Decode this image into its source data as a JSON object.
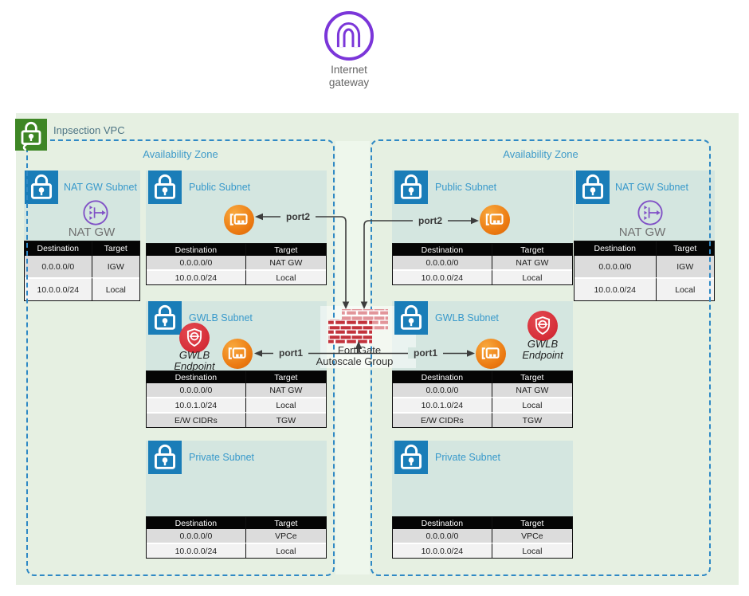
{
  "internet_gateway": {
    "line1": "Internet",
    "line2": "gateway"
  },
  "vpc": {
    "label": "Inpsection VPC"
  },
  "availability_zone_left": {
    "label": "Availability Zone"
  },
  "availability_zone_right": {
    "label": "Availability Zone"
  },
  "firewall": {
    "line1": "FortiGate",
    "line2": "Autoscale Group"
  },
  "port_labels": {
    "port1": "port1",
    "port2": "port2"
  },
  "route_table_headers": {
    "destination": "Destination",
    "target": "Target"
  },
  "shared_labels": {
    "nat_gw": "NAT GW",
    "gwlb_endpoint_line1": "GWLB",
    "gwlb_endpoint_line2": "Endpoint"
  },
  "subnets": {
    "natgw_left": {
      "title": "NAT GW Subnet",
      "routes": [
        {
          "destination": "0.0.0.0/0",
          "target": "IGW"
        },
        {
          "destination": "10.0.0.0/24",
          "target": "Local"
        }
      ]
    },
    "public_left": {
      "title": "Public Subnet",
      "routes": [
        {
          "destination": "0.0.0.0/0",
          "target": "NAT GW"
        },
        {
          "destination": "10.0.0.0/24",
          "target": "Local"
        }
      ]
    },
    "gwlb_left": {
      "title": "GWLB Subnet",
      "routes": [
        {
          "destination": "0.0.0.0/0",
          "target": "NAT GW"
        },
        {
          "destination": "10.0.1.0/24",
          "target": "Local"
        },
        {
          "destination": "E/W CIDRs",
          "target": "TGW"
        }
      ]
    },
    "private_left": {
      "title": "Private Subnet",
      "routes": [
        {
          "destination": "0.0.0.0/0",
          "target": "VPCe"
        },
        {
          "destination": "10.0.0.0/24",
          "target": "Local"
        }
      ]
    },
    "public_right": {
      "title": "Public Subnet",
      "routes": [
        {
          "destination": "0.0.0.0/0",
          "target": "NAT GW"
        },
        {
          "destination": "10.0.0.0/24",
          "target": "Local"
        }
      ]
    },
    "gwlb_right": {
      "title": "GWLB Subnet",
      "routes": [
        {
          "destination": "0.0.0.0/0",
          "target": "NAT GW"
        },
        {
          "destination": "10.0.1.0/24",
          "target": "Local"
        },
        {
          "destination": "E/W CIDRs",
          "target": "TGW"
        }
      ]
    },
    "private_right": {
      "title": "Private Subnet",
      "routes": [
        {
          "destination": "0.0.0.0/0",
          "target": "VPCe"
        },
        {
          "destination": "10.0.0.0/24",
          "target": "Local"
        }
      ]
    },
    "natgw_right": {
      "title": "NAT GW Subnet",
      "routes": [
        {
          "destination": "0.0.0.0/0",
          "target": "IGW"
        },
        {
          "destination": "10.0.0.0/24",
          "target": "Local"
        }
      ]
    }
  },
  "colors": {
    "vpc_fill": "#e6f0e2",
    "subnet_fill": "#d4e6e0",
    "az_border": "#2f89c5",
    "subnet_title": "#3899cb",
    "vpc_icon_green": "#3e8625",
    "subnet_icon_blue": "#1a7db8",
    "nat_purple": "#8152c6",
    "igw_purple": "#7b36d9",
    "eni_orange": "#e87211",
    "gwlb_red": "#d62f39",
    "table_header_bg": "#050505",
    "arrow": "#3d3d3d",
    "firewall_brick": "#c2333c"
  }
}
